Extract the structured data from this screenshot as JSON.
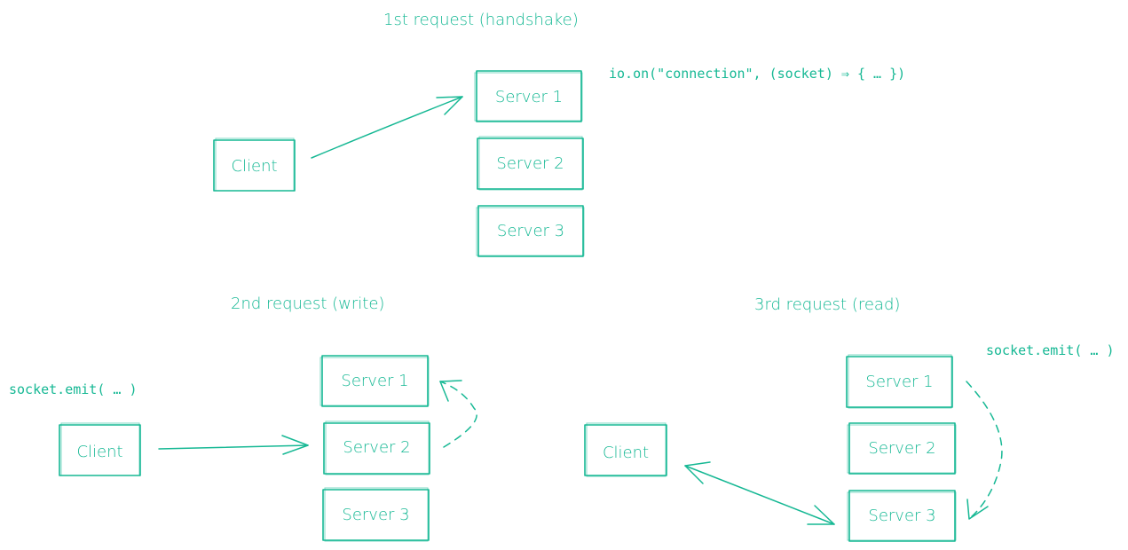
{
  "diagram": {
    "accent_color": "#16b894",
    "handshake": {
      "title": "1st request (handshake)",
      "code": "io.on(\"connection\", (socket) ⇒ {  …  })",
      "client": "Client",
      "servers": [
        "Server 1",
        "Server 2",
        "Server 3"
      ]
    },
    "write": {
      "title": "2nd request (write)",
      "code": "socket.emit( … )",
      "client": "Client",
      "servers": [
        "Server 1",
        "Server 2",
        "Server 3"
      ]
    },
    "read": {
      "title": "3rd request (read)",
      "code": "socket.emit( … )",
      "client": "Client",
      "servers": [
        "Server 1",
        "Server 2",
        "Server 3"
      ]
    }
  }
}
